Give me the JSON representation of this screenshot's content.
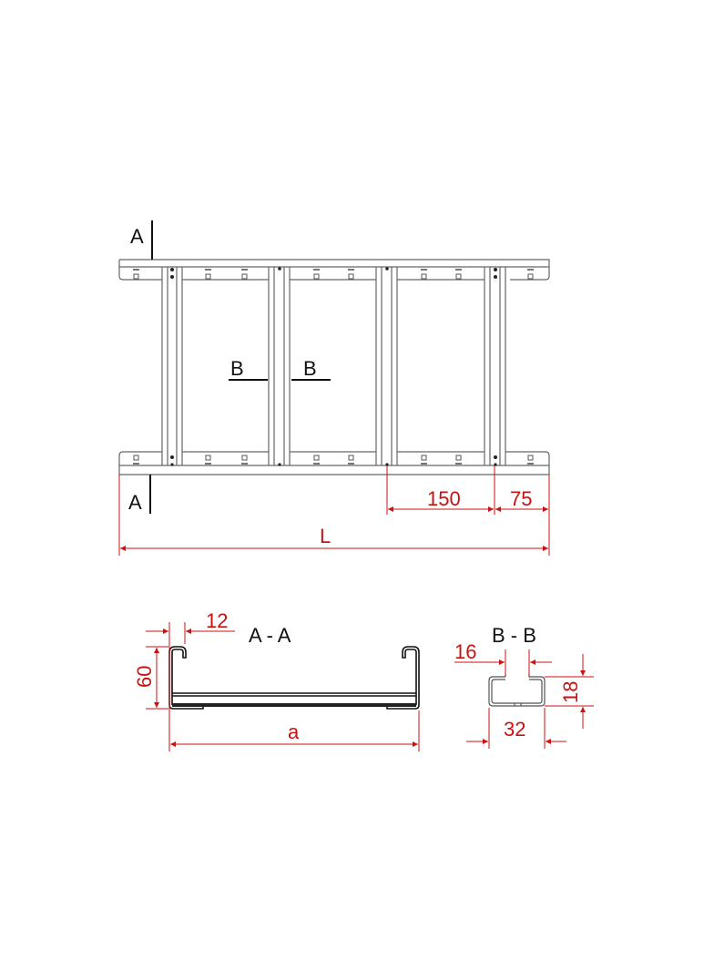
{
  "drawing": {
    "title": "Cable ladder technical drawing",
    "colors": {
      "outline": "#555555",
      "dark": "#111111",
      "dimension": "#cc1111"
    },
    "plan_view": {
      "section_a_top": "A",
      "section_a_bottom": "A",
      "section_b_left": "B",
      "section_b_right": "B",
      "dim_rung_spacing": "150",
      "dim_end_offset": "75",
      "dim_length": "L"
    },
    "section_aa": {
      "title": "A - A",
      "dim_flange": "12",
      "dim_height": "60",
      "dim_width": "a"
    },
    "section_bb": {
      "title": "B - B",
      "dim_slot": "16",
      "dim_height": "18",
      "dim_width": "32"
    }
  }
}
